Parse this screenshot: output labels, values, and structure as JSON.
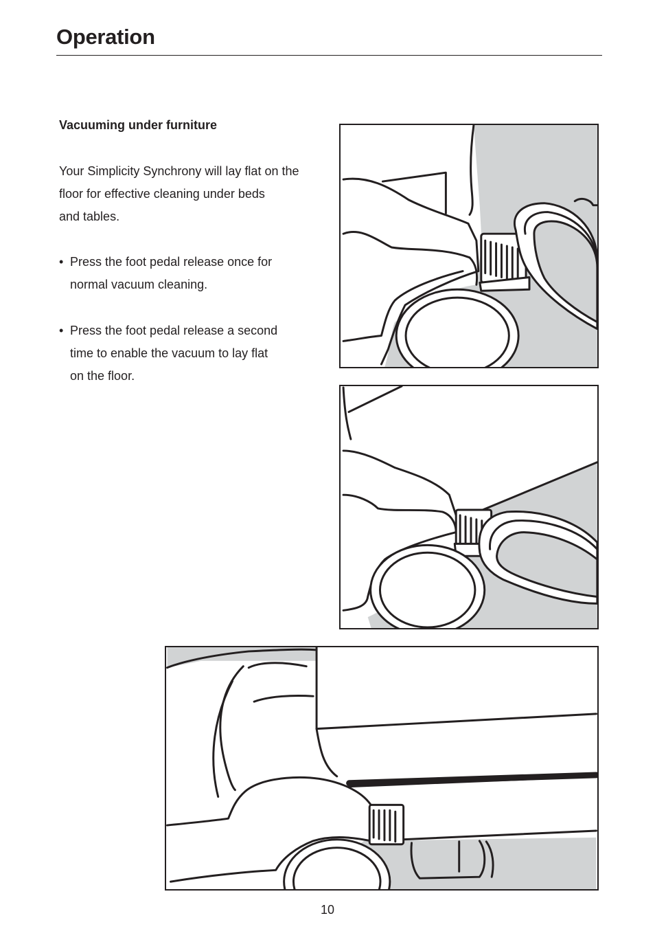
{
  "header": {
    "title": "Operation"
  },
  "section": {
    "heading": "Vacuuming under furniture",
    "intro_lines": [
      "Your Simplicity Synchrony will lay flat on the",
      "floor for effective cleaning under beds",
      "and tables."
    ],
    "bullets": [
      {
        "symbol": "•",
        "lines": [
          "Press the foot pedal release once for",
          "normal vacuum cleaning."
        ]
      },
      {
        "symbol": "•",
        "lines": [
          "Press the foot pedal release a second",
          "time to enable the vacuum to lay flat",
          "on the floor."
        ]
      }
    ]
  },
  "colors": {
    "text": "#231f20",
    "shade": "#d1d3d4",
    "line": "#231f20"
  },
  "footer": {
    "page_number": "10"
  }
}
